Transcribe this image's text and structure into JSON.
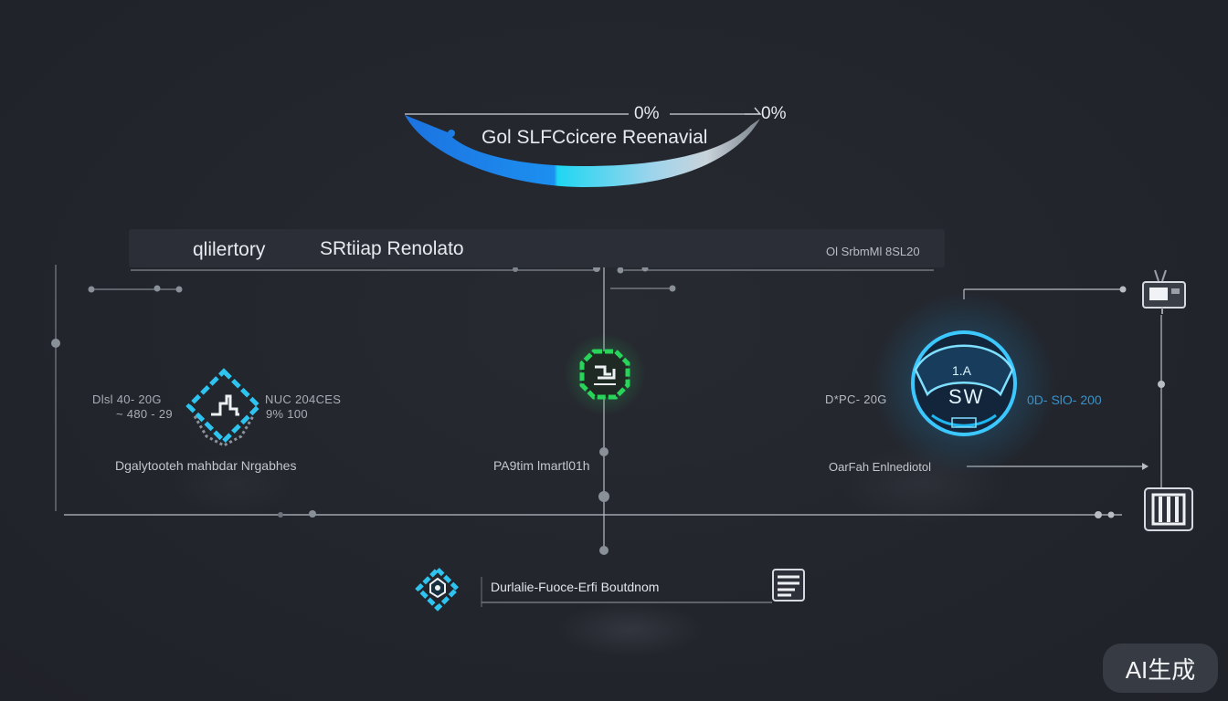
{
  "meter": {
    "title": "Gol SLFCcicere Reenavial",
    "left_pct": "0%",
    "right_pct": "0%",
    "fill_fraction": 0.45,
    "colors": {
      "dark": "#1c79e6",
      "mid": "#1fd0ef",
      "light": "#a8d8ee",
      "tail": "#8d939c"
    }
  },
  "panel": {
    "left_title": "qlilertory",
    "main_title": "SRtiiap Renolato",
    "right_text": "Ol SrbmMl 8SL20"
  },
  "nodes": {
    "left": {
      "icon": "shield-chart-icon",
      "stats_left_1": "Dlsl  40- 20G",
      "stats_left_2": "~ 480 - 29",
      "stats_right_1": "NUC 204CES",
      "stats_right_2": "9% 100",
      "label": "Dgalytooteh mahbdar Nrgabhes",
      "color": "#2fc3f0"
    },
    "center": {
      "icon": "shield-check-icon",
      "label": "PA9tim lmartl01h",
      "color": "#28d45a"
    },
    "right": {
      "icon": "glowing-globe-icon",
      "readout_top": "1.A",
      "readout_main": "SW",
      "stats_left": "D*PC- 20G",
      "stats_right": "0D- SlO- 200",
      "label": "OarFah Enlnediotol",
      "color": "#1fb6f0"
    }
  },
  "bottom_item": {
    "icon": "shield-lock-icon",
    "label": "Durlalie-Fuoce-Erfi Boutdnom",
    "action_icon": "document-icon"
  },
  "side_icons": {
    "top": "projector-icon",
    "bottom": "server-icon"
  },
  "badge": {
    "text": "AI生成"
  }
}
